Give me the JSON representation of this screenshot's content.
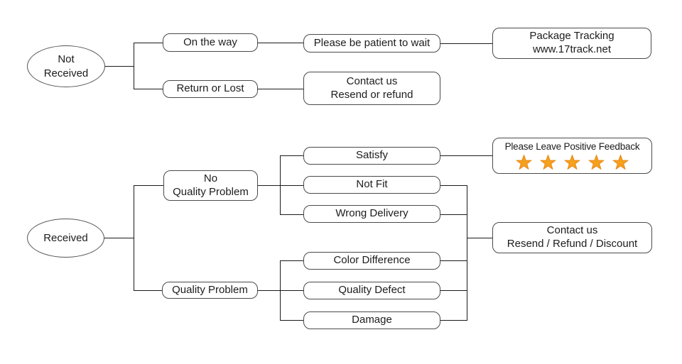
{
  "not_received_flow": {
    "root": "Not\nReceived",
    "on_the_way": "On the way",
    "be_patient": "Please be patient to wait",
    "package_tracking": "Package Tracking\nwww.17track.net",
    "return_or_lost": "Return or Lost",
    "contact_resend_refund": "Contact us\nResend or refund"
  },
  "received_flow": {
    "root": "Received",
    "no_quality_problem": "No\nQuality Problem",
    "quality_problem": "Quality Problem",
    "satisfy": "Satisfy",
    "not_fit": "Not Fit",
    "wrong_delivery": "Wrong Delivery",
    "color_difference": "Color Difference",
    "quality_defect": "Quality Defect",
    "damage": "Damage",
    "feedback": {
      "title": "Please Leave Positive Feedback",
      "star_count": 5
    },
    "contact_resend_refund_discount": "Contact us\nResend / Refund / Discount"
  },
  "colors": {
    "star_fill": "#F6A01B",
    "star_stroke": "#E8881A",
    "box_border": "#4a4a4a",
    "line": "#1a1a1a"
  }
}
